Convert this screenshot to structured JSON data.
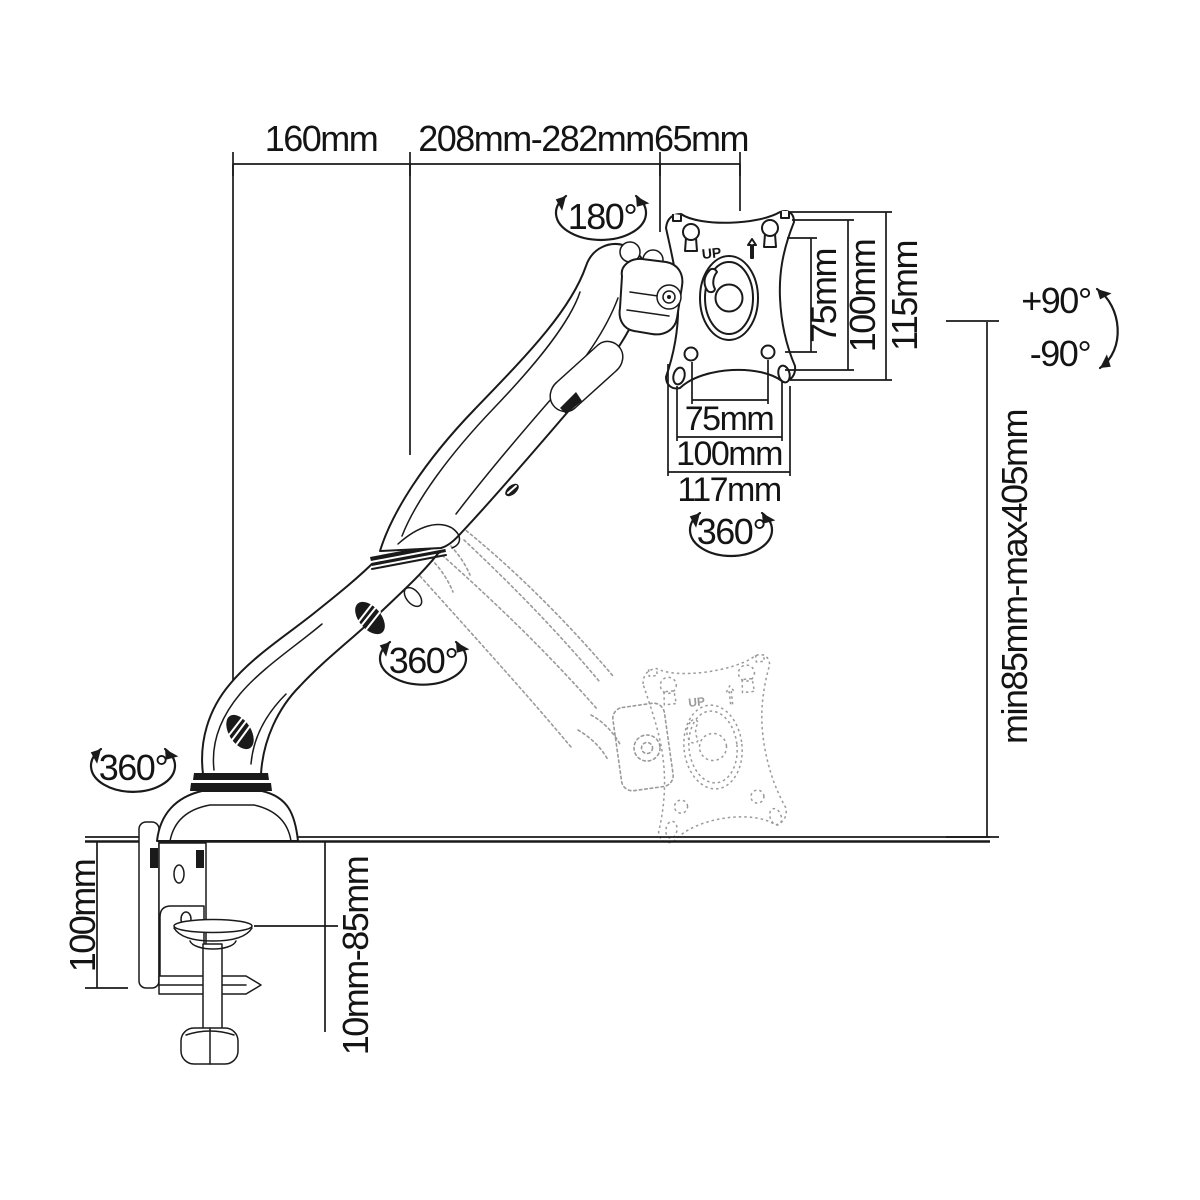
{
  "diagram_title": "gas-spring monitor desk mount dimension drawing",
  "dimensions": {
    "top_left": "160mm",
    "top_mid": "208mm-282mm",
    "top_right": "65mm",
    "vesa_vertical": {
      "inner": "75mm",
      "middle": "100mm",
      "outer": "115mm"
    },
    "vesa_horizontal": {
      "inner": "75mm",
      "middle": "100mm",
      "outer": "117mm"
    },
    "height_range": "min85mm-max405mm",
    "clamp_height": "100mm",
    "clamp_opening": "10mm-85mm"
  },
  "rotations": {
    "top_swivel": "180°",
    "vesa_rotation": "360°",
    "arm_swivel": "360°",
    "base_swivel": "360°",
    "tilt_up": "+90°",
    "tilt_down": "-90°"
  },
  "plate": {
    "up_label": "UP"
  },
  "ghost_plate": {
    "up_label": "UP"
  },
  "colors": {
    "line": "#1a1a1a",
    "ghost": "#9a9a9a",
    "background": "#ffffff"
  }
}
